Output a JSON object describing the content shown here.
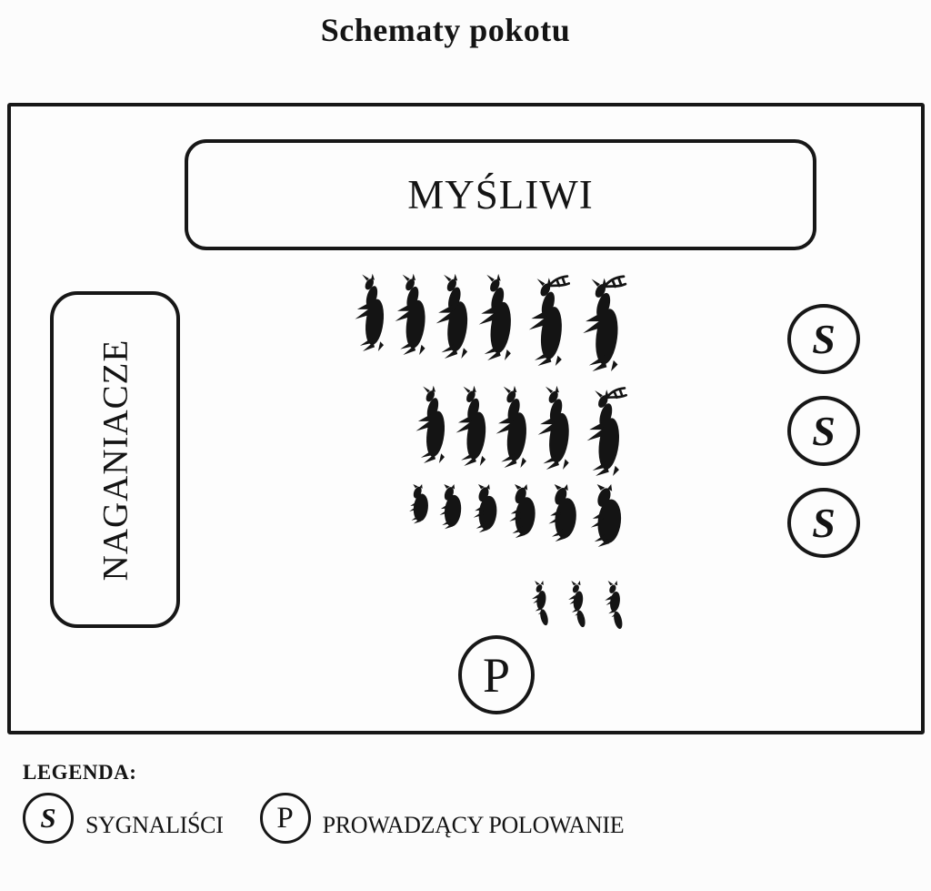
{
  "title": "Schematy pokotu",
  "diagram": {
    "hunters_label": "MYŚLIWI",
    "beaters_label": "NAGANIACZE",
    "signalers": [
      "S",
      "S",
      "S"
    ],
    "leader_symbol": "P",
    "game_rows": [
      {
        "name": "game-row-1-deer",
        "animals": [
          {
            "type": "doe",
            "h": 86
          },
          {
            "type": "doe",
            "h": 90
          },
          {
            "type": "doe",
            "h": 94
          },
          {
            "type": "doe",
            "h": 96
          },
          {
            "type": "stag",
            "h": 102
          },
          {
            "type": "stag",
            "h": 108
          }
        ]
      },
      {
        "name": "game-row-2-deer",
        "animals": [
          {
            "type": "doe",
            "h": 86
          },
          {
            "type": "doe",
            "h": 89
          },
          {
            "type": "doe",
            "h": 91
          },
          {
            "type": "doe",
            "h": 93
          },
          {
            "type": "stag",
            "h": 100
          }
        ]
      },
      {
        "name": "game-row-3-boars",
        "animals": [
          {
            "type": "boar",
            "h": 44
          },
          {
            "type": "boar",
            "h": 50
          },
          {
            "type": "boar",
            "h": 54
          },
          {
            "type": "boar",
            "h": 60
          },
          {
            "type": "boar",
            "h": 64
          },
          {
            "type": "boar",
            "h": 70
          }
        ]
      },
      {
        "name": "game-row-4-foxes",
        "animals": [
          {
            "type": "fox",
            "h": 50
          },
          {
            "type": "fox",
            "h": 52
          },
          {
            "type": "fox",
            "h": 54
          }
        ]
      }
    ]
  },
  "legend": {
    "heading": "LEGENDA:",
    "items": [
      {
        "symbol": "S",
        "label": "SYGNALIŚCI"
      },
      {
        "symbol": "P",
        "label": "PROWADZĄCY POLOWANIE"
      }
    ]
  },
  "colors": {
    "ink": "#141414",
    "border": "#171717",
    "background": "#fcfcfc"
  }
}
